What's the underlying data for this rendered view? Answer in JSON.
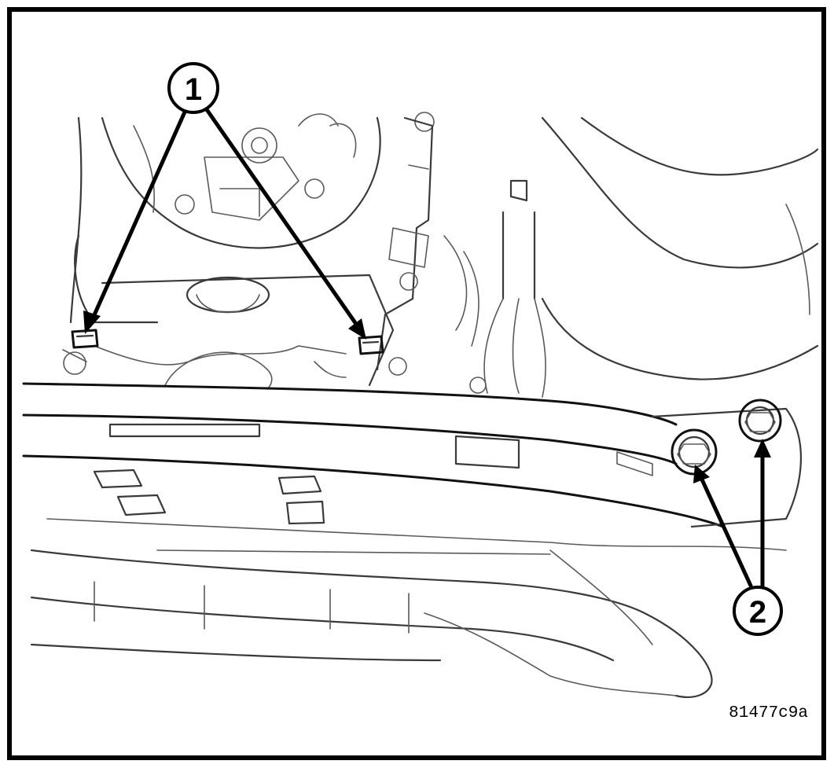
{
  "figure": {
    "id_label": "81477c9a"
  },
  "callouts": [
    {
      "label": "1"
    },
    {
      "label": "2"
    }
  ],
  "colors": {
    "ink": "#3a3a3a",
    "border": "#000000",
    "background": "#ffffff"
  }
}
